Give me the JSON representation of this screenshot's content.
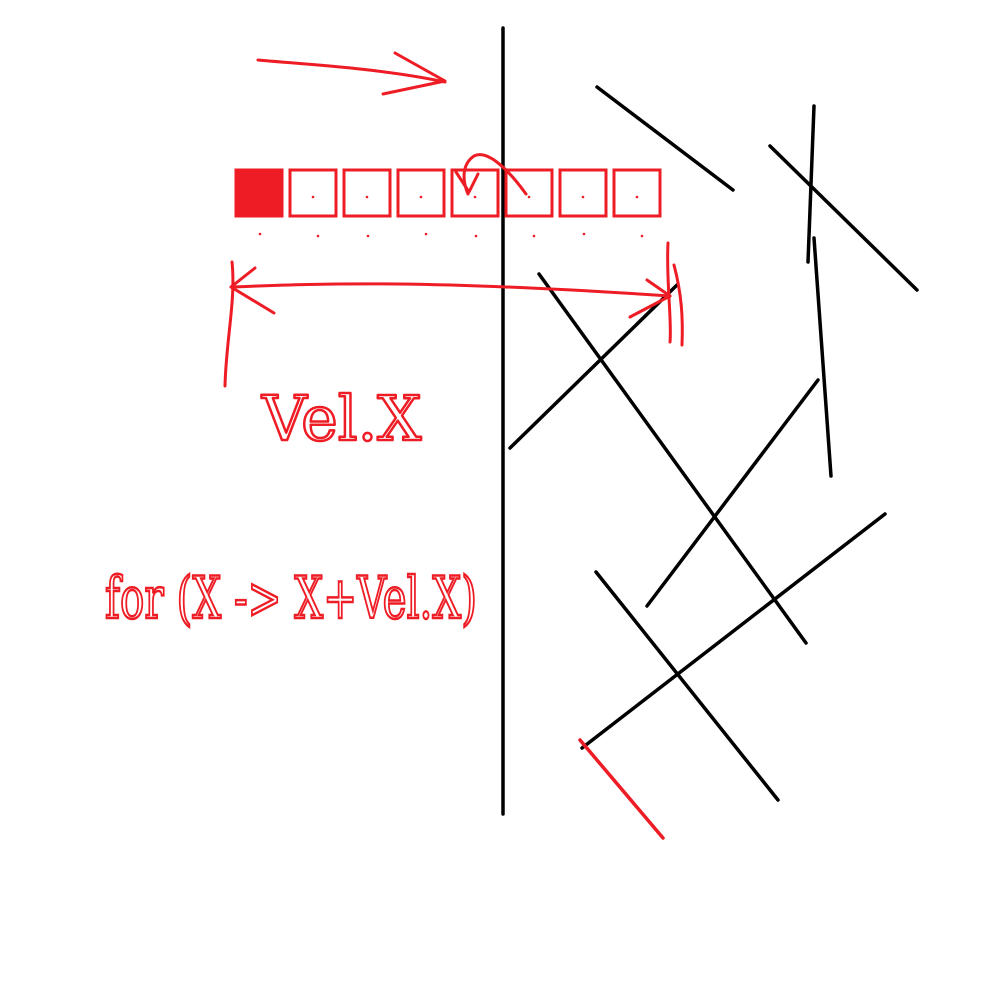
{
  "annotations": {
    "velocity_label": "Vel.X",
    "update_rule": "for (X -> X+Vel.X)"
  },
  "colors": {
    "ink": "#000000",
    "annotation": "#ee1c24",
    "background": "#ffffff"
  },
  "cells": {
    "count": 8,
    "filled_index": 0
  }
}
